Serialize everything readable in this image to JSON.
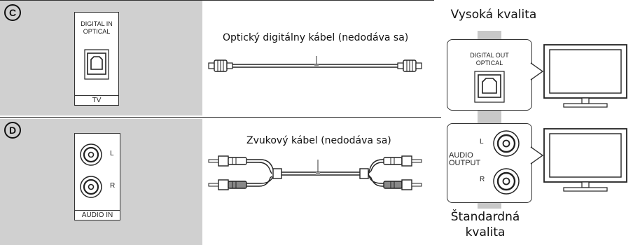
{
  "section_c": {
    "letter": "C",
    "tv_input_label_1": "DIGITAL IN",
    "tv_input_label_2": "OPTICAL",
    "tv_label": "TV",
    "cable_caption": "Optický digitálny kábel (nedodáva sa)"
  },
  "section_d": {
    "letter": "D",
    "channel_left": "L",
    "channel_right": "R",
    "audio_in_label": "AUDIO IN",
    "cable_caption": "Zvukový kábel (nedodáva sa)"
  },
  "player": {
    "digital_out_1": "DIGITAL OUT",
    "digital_out_2": "OPTICAL",
    "audio_output_1": "AUDIO",
    "audio_output_2": "OUTPUT",
    "channel_left": "L",
    "channel_right": "R"
  },
  "quality": {
    "high": "Vysoká kvalita",
    "standard_1": "Štandardná",
    "standard_2": "kvalita"
  }
}
